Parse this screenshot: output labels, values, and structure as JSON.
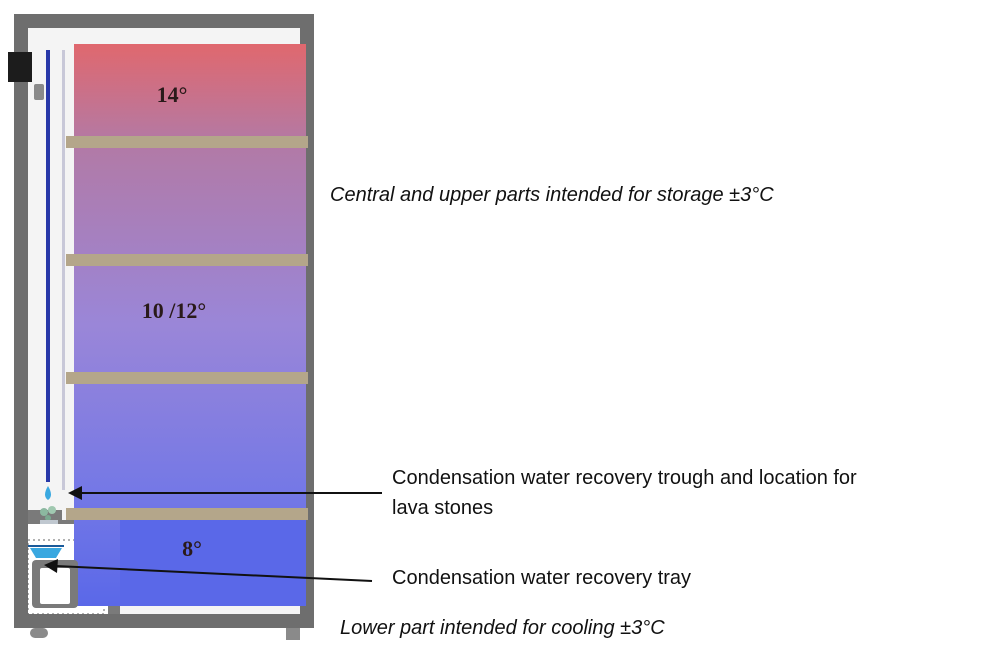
{
  "temperatures": {
    "upper": "14°",
    "middle": "10 /12°",
    "lower": "8°"
  },
  "annotations": {
    "storage": "Central and upper parts intended for storage ±3°C",
    "trough_line1": "Condensation water recovery trough and location for",
    "trough_line2": "lava stones",
    "tray": "Condensation water recovery tray",
    "cooling": "Lower part intended for cooling ±3°C"
  },
  "colors": {
    "top_gradient": "#e0686e",
    "mid_gradient": "#9a86d8",
    "bottom_gradient": "#5a68e8",
    "shelf": "#b4a68a",
    "cabinet_frame": "#6e6e6e",
    "pipe": "#2838a8",
    "water": "#3aa8e0"
  }
}
